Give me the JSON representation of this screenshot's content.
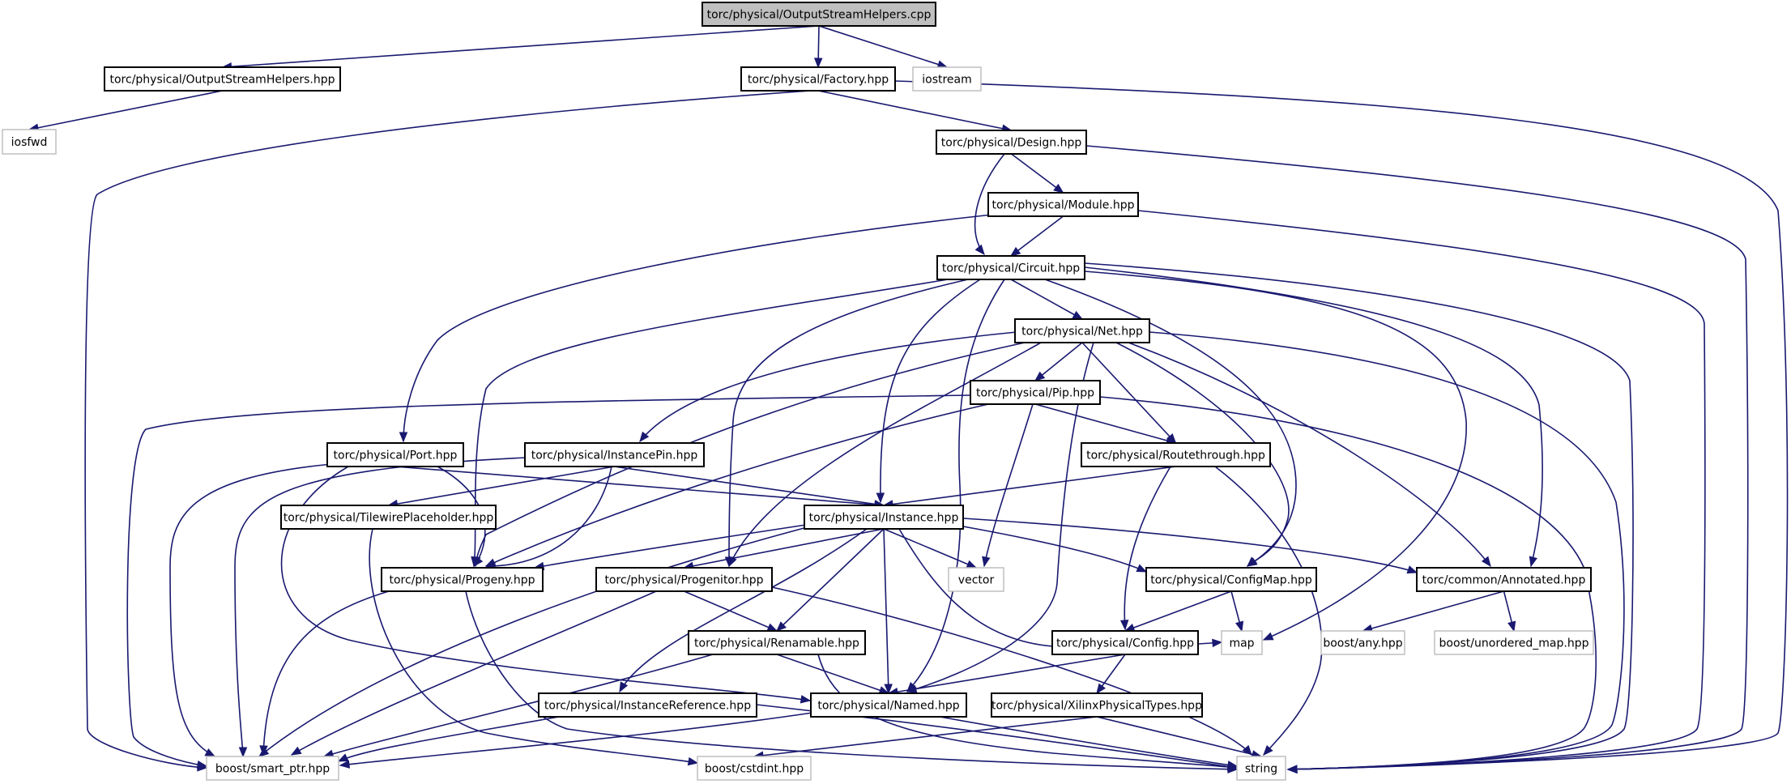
{
  "nodes": [
    {
      "id": "root",
      "label": "torc/physical/OutputStreamHelpers.cpp",
      "kind": "root"
    },
    {
      "id": "osh_hpp",
      "label": "torc/physical/OutputStreamHelpers.hpp",
      "kind": "local"
    },
    {
      "id": "factory",
      "label": "torc/physical/Factory.hpp",
      "kind": "local"
    },
    {
      "id": "iostream",
      "label": "iostream",
      "kind": "external"
    },
    {
      "id": "iosfwd",
      "label": "iosfwd",
      "kind": "external"
    },
    {
      "id": "design",
      "label": "torc/physical/Design.hpp",
      "kind": "local"
    },
    {
      "id": "module",
      "label": "torc/physical/Module.hpp",
      "kind": "local"
    },
    {
      "id": "circuit",
      "label": "torc/physical/Circuit.hpp",
      "kind": "local"
    },
    {
      "id": "net",
      "label": "torc/physical/Net.hpp",
      "kind": "local"
    },
    {
      "id": "pip",
      "label": "torc/physical/Pip.hpp",
      "kind": "local"
    },
    {
      "id": "port",
      "label": "torc/physical/Port.hpp",
      "kind": "local"
    },
    {
      "id": "instpin",
      "label": "torc/physical/InstancePin.hpp",
      "kind": "local"
    },
    {
      "id": "routethrough",
      "label": "torc/physical/Routethrough.hpp",
      "kind": "local"
    },
    {
      "id": "tileplace",
      "label": "torc/physical/TilewirePlaceholder.hpp",
      "kind": "local"
    },
    {
      "id": "instance",
      "label": "torc/physical/Instance.hpp",
      "kind": "local"
    },
    {
      "id": "progeny",
      "label": "torc/physical/Progeny.hpp",
      "kind": "local"
    },
    {
      "id": "progenitor",
      "label": "torc/physical/Progenitor.hpp",
      "kind": "local"
    },
    {
      "id": "vector",
      "label": "vector",
      "kind": "external"
    },
    {
      "id": "configmap",
      "label": "torc/physical/ConfigMap.hpp",
      "kind": "local"
    },
    {
      "id": "annotated",
      "label": "torc/common/Annotated.hpp",
      "kind": "local"
    },
    {
      "id": "renamable",
      "label": "torc/physical/Renamable.hpp",
      "kind": "local"
    },
    {
      "id": "config",
      "label": "torc/physical/Config.hpp",
      "kind": "local"
    },
    {
      "id": "map",
      "label": "map",
      "kind": "external"
    },
    {
      "id": "boostany",
      "label": "boost/any.hpp",
      "kind": "external"
    },
    {
      "id": "boostunord",
      "label": "boost/unordered_map.hpp",
      "kind": "external"
    },
    {
      "id": "instref",
      "label": "torc/physical/InstanceReference.hpp",
      "kind": "local"
    },
    {
      "id": "named",
      "label": "torc/physical/Named.hpp",
      "kind": "local"
    },
    {
      "id": "xilinx",
      "label": "torc/physical/XilinxPhysicalTypes.hpp",
      "kind": "local"
    },
    {
      "id": "smartptr",
      "label": "boost/smart_ptr.hpp",
      "kind": "external"
    },
    {
      "id": "cstdint",
      "label": "boost/cstdint.hpp",
      "kind": "external"
    },
    {
      "id": "string",
      "label": "string",
      "kind": "external"
    }
  ],
  "edges": [
    [
      "root",
      "osh_hpp"
    ],
    [
      "root",
      "factory"
    ],
    [
      "root",
      "iostream"
    ],
    [
      "osh_hpp",
      "iosfwd"
    ],
    [
      "factory",
      "design"
    ],
    [
      "factory",
      "smartptr"
    ],
    [
      "factory",
      "string"
    ],
    [
      "design",
      "module"
    ],
    [
      "design",
      "circuit"
    ],
    [
      "design",
      "string"
    ],
    [
      "module",
      "circuit"
    ],
    [
      "module",
      "port"
    ],
    [
      "module",
      "string"
    ],
    [
      "circuit",
      "net"
    ],
    [
      "circuit",
      "instance"
    ],
    [
      "circuit",
      "progeny"
    ],
    [
      "circuit",
      "progenitor"
    ],
    [
      "circuit",
      "named"
    ],
    [
      "circuit",
      "configmap"
    ],
    [
      "circuit",
      "annotated"
    ],
    [
      "circuit",
      "map"
    ],
    [
      "circuit",
      "string"
    ],
    [
      "net",
      "pip"
    ],
    [
      "net",
      "instpin"
    ],
    [
      "net",
      "routethrough"
    ],
    [
      "net",
      "progeny"
    ],
    [
      "net",
      "progenitor"
    ],
    [
      "net",
      "named"
    ],
    [
      "net",
      "configmap"
    ],
    [
      "net",
      "annotated"
    ],
    [
      "net",
      "string"
    ],
    [
      "pip",
      "routethrough"
    ],
    [
      "pip",
      "vector"
    ],
    [
      "pip",
      "progeny"
    ],
    [
      "pip",
      "smartptr"
    ],
    [
      "pip",
      "string"
    ],
    [
      "port",
      "instance"
    ],
    [
      "port",
      "progeny"
    ],
    [
      "port",
      "named"
    ],
    [
      "port",
      "smartptr"
    ],
    [
      "instpin",
      "tileplace"
    ],
    [
      "instpin",
      "instance"
    ],
    [
      "instpin",
      "progeny"
    ],
    [
      "instpin",
      "smartptr"
    ],
    [
      "routethrough",
      "instance"
    ],
    [
      "routethrough",
      "config"
    ],
    [
      "routethrough",
      "string"
    ],
    [
      "tileplace",
      "cstdint"
    ],
    [
      "instance",
      "progeny"
    ],
    [
      "instance",
      "progenitor"
    ],
    [
      "instance",
      "vector"
    ],
    [
      "instance",
      "configmap"
    ],
    [
      "instance",
      "annotated"
    ],
    [
      "instance",
      "renamable"
    ],
    [
      "instance",
      "instref"
    ],
    [
      "instance",
      "named"
    ],
    [
      "instance",
      "map"
    ],
    [
      "instance",
      "smartptr"
    ],
    [
      "progeny",
      "smartptr"
    ],
    [
      "progeny",
      "string"
    ],
    [
      "progenitor",
      "renamable"
    ],
    [
      "progenitor",
      "smartptr"
    ],
    [
      "progenitor",
      "string"
    ],
    [
      "configmap",
      "config"
    ],
    [
      "configmap",
      "map"
    ],
    [
      "annotated",
      "boostany"
    ],
    [
      "annotated",
      "boostunord"
    ],
    [
      "renamable",
      "named"
    ],
    [
      "renamable",
      "smartptr"
    ],
    [
      "renamable",
      "string"
    ],
    [
      "config",
      "named"
    ],
    [
      "config",
      "xilinx"
    ],
    [
      "instref",
      "smartptr"
    ],
    [
      "instref",
      "string"
    ],
    [
      "named",
      "smartptr"
    ],
    [
      "named",
      "string"
    ],
    [
      "xilinx",
      "cstdint"
    ],
    [
      "xilinx",
      "string"
    ]
  ]
}
